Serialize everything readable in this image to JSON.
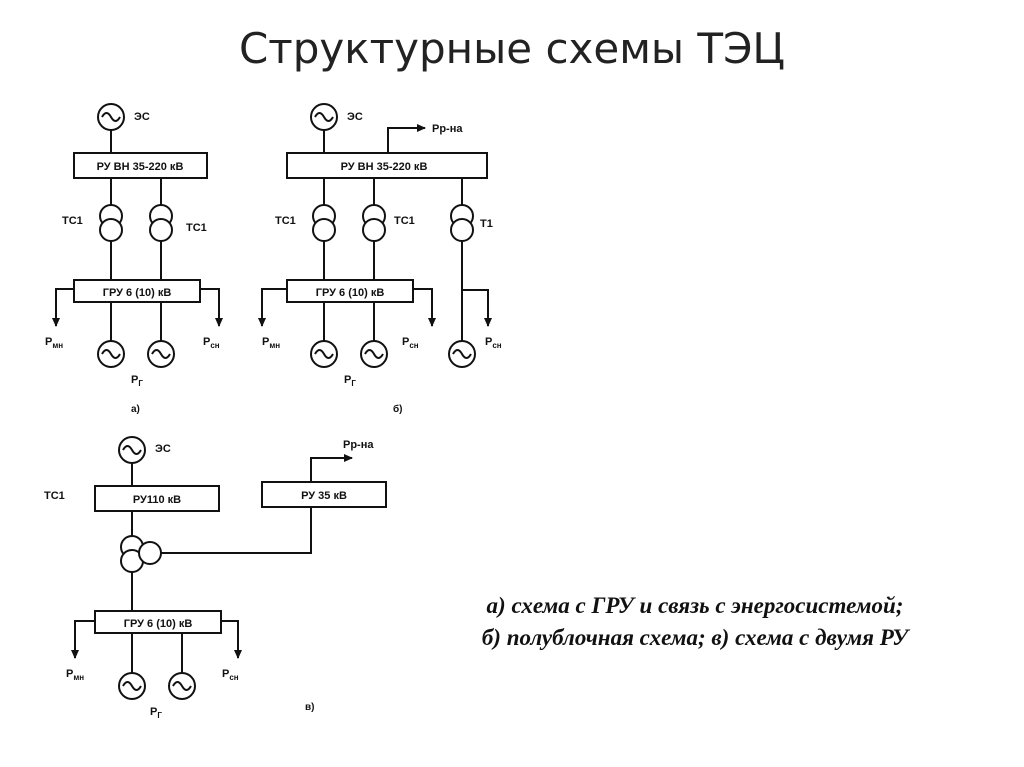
{
  "title": "Структурные схемы ТЭЦ",
  "caption": {
    "line1": "а) схема с ГРУ и связь с энергосистемой;",
    "line2": "б) полублочная схема; в) схема с двумя РУ"
  },
  "diagram_a": {
    "es": "ЭС",
    "ru_vn": "РУ ВН 35-220 кВ",
    "ts_left": "ТС1",
    "ts_right": "ТС1",
    "gru": "ГРУ 6 (10) кВ",
    "p_mn": "P",
    "p_mn_sub": "мн",
    "p_sn": "P",
    "p_sn_sub": "сн",
    "p_g": "P",
    "p_g_sub": "Г",
    "label": "а)"
  },
  "diagram_b": {
    "es": "ЭС",
    "pr": "Рр-на",
    "ru_vn": "РУ ВН 35-220 кВ",
    "ts_left": "ТС1",
    "ts_right": "ТС1",
    "t1": "Т1",
    "gru": "ГРУ 6 (10) кВ",
    "p_mn": "P",
    "p_mn_sub": "мн",
    "p_sn": "P",
    "p_sn_sub": "сн",
    "p_sn2": "P",
    "p_sn2_sub": "сн",
    "p_g": "P",
    "p_g_sub": "Г",
    "label": "б)"
  },
  "diagram_c": {
    "es": "ЭС",
    "pr": "Рр-на",
    "ts": "ТС1",
    "ru110": "РУ110 кВ",
    "ru35": "РУ 35 кВ",
    "gru": "ГРУ 6 (10) кВ",
    "p_mn": "P",
    "p_mn_sub": "мн",
    "p_sn": "P",
    "p_sn_sub": "сн",
    "p_g": "P",
    "p_g_sub": "Г",
    "label": "в)"
  }
}
